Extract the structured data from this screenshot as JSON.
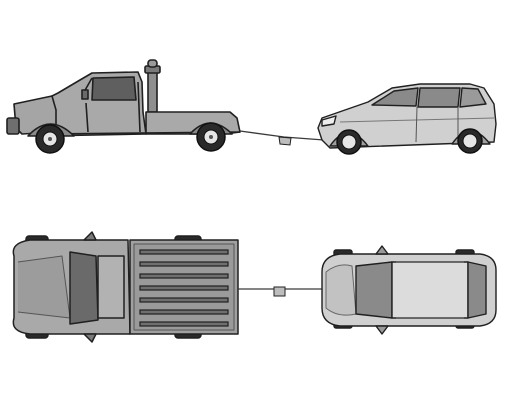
{
  "figure": {
    "panels": [
      {
        "id": "side-view",
        "tow_vehicle": "tow-truck",
        "towed_vehicle": "hatchback-car",
        "connector": "tow-rope-with-flag"
      },
      {
        "id": "top-view",
        "tow_vehicle": "pickup-truck",
        "towed_vehicle": "hatchback-car",
        "connector": "tow-rope-with-flag"
      }
    ],
    "colors": {
      "truck_fill": "#a9a9a9",
      "truck_dark": "#5f5f5f",
      "car_fill": "#d0d0d0",
      "car_dark": "#8a8a8a",
      "outline": "#202020",
      "tire": "#2a2a2a",
      "rim": "#e6e6e6",
      "rope": "#3a3a3a",
      "flag": "#bdbdbd"
    }
  }
}
